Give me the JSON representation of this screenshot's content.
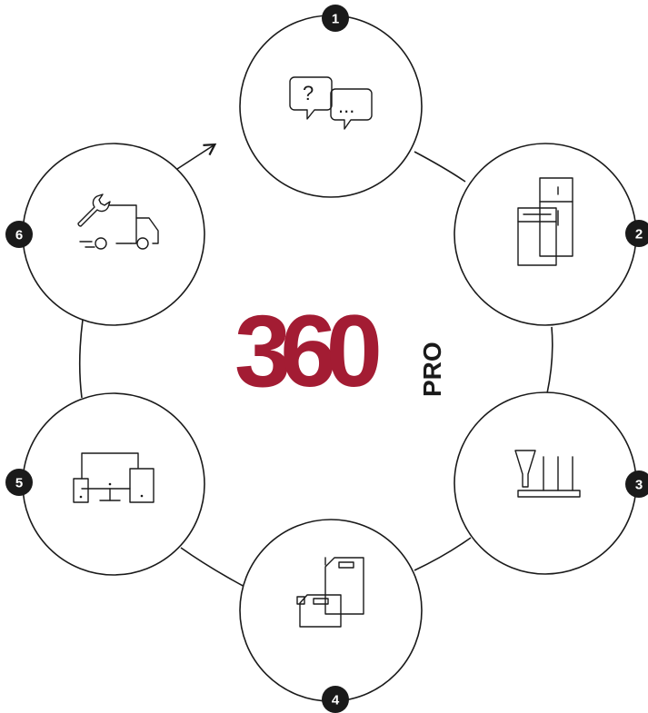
{
  "logo": {
    "main_text": "360",
    "suffix_text": "PRO",
    "brand_color": "#a31c33"
  },
  "steps": [
    {
      "number": "1",
      "icon": "chat-bubbles-icon"
    },
    {
      "number": "2",
      "icon": "appliances-icon"
    },
    {
      "number": "3",
      "icon": "glassware-rack-icon"
    },
    {
      "number": "4",
      "icon": "canisters-icon"
    },
    {
      "number": "5",
      "icon": "devices-icon"
    },
    {
      "number": "6",
      "icon": "service-truck-icon"
    }
  ],
  "icon_glyphs": {
    "question": "?",
    "ellipsis": "..."
  }
}
